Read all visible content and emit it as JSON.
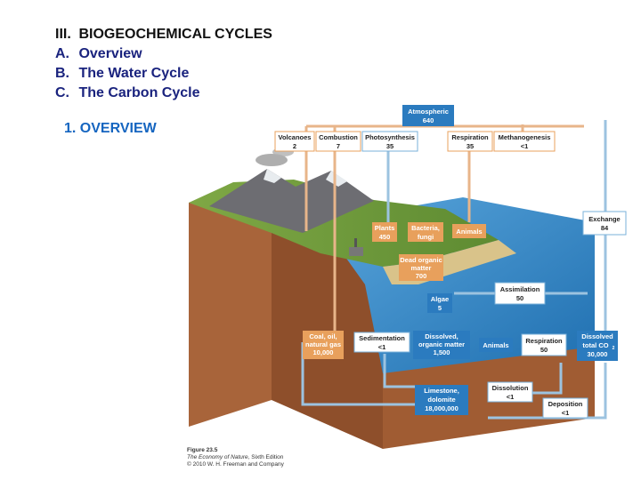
{
  "outline": {
    "line1": {
      "num": "III.",
      "text": "BIOGEOCHEMICAL CYCLES"
    },
    "line2": {
      "num": "A.",
      "text": "Overview"
    },
    "line3": {
      "num": "B.",
      "text": "The Water Cycle"
    },
    "line4": {
      "num": "C.",
      "text": "The Carbon Cycle"
    }
  },
  "section_heading": "1. OVERVIEW",
  "colors": {
    "box_blue": "#2b7bbf",
    "box_orange": "#e8a05c",
    "arrow_blue": "#9cc3e0",
    "arrow_orange": "#e8b58a",
    "heading_blue": "#1565c0"
  },
  "diagram": {
    "atmospheric": {
      "name": "Atmospheric",
      "value": "640"
    },
    "volcanoes": {
      "name": "Volcanoes",
      "value": "2"
    },
    "combustion": {
      "name": "Combustion",
      "value": "7"
    },
    "photosynthesis": {
      "name": "Photosynthesis",
      "value": "35"
    },
    "respiration_top": {
      "name": "Respiration",
      "value": "35"
    },
    "methanogenesis": {
      "name": "Methanogenesis",
      "value": "<1"
    },
    "exchange": {
      "name": "Exchange",
      "value": "84"
    },
    "plants": {
      "name": "Plants",
      "value": "450"
    },
    "bacteria": {
      "name_1": "Bacteria,",
      "name_2": "fungi"
    },
    "animals_land": {
      "name": "Animals"
    },
    "dead_organic": {
      "name_1": "Dead organic",
      "name_2": "matter",
      "value": "700"
    },
    "assimilation": {
      "name": "Assimilation",
      "value": "50"
    },
    "algae": {
      "name": "Algae",
      "value": "5"
    },
    "coal": {
      "name_1": "Coal, oil,",
      "name_2": "natural gas",
      "value": "10,000"
    },
    "sedimentation": {
      "name": "Sedimentation",
      "value": "<1"
    },
    "dissolved_organic": {
      "name_1": "Dissolved,",
      "name_2": "organic matter",
      "value": "1,500"
    },
    "animals_sea": {
      "name": "Animals"
    },
    "respiration_sea": {
      "name": "Respiration",
      "value": "50"
    },
    "dissolved_co2": {
      "name_1": "Dissolved",
      "name_2": "total CO",
      "value": "30,000"
    },
    "limestone": {
      "name_1": "Limestone,",
      "name_2": "dolomite",
      "value": "18,000,000"
    },
    "dissolution": {
      "name": "Dissolution",
      "value": "<1"
    },
    "deposition": {
      "name": "Deposition",
      "value": "<1"
    }
  },
  "caption": {
    "figure": "Figure 23.5",
    "book": "The Economy of Nature,",
    "edition": " Sixth Edition",
    "copyright": "© 2010 W. H. Freeman and Company"
  }
}
